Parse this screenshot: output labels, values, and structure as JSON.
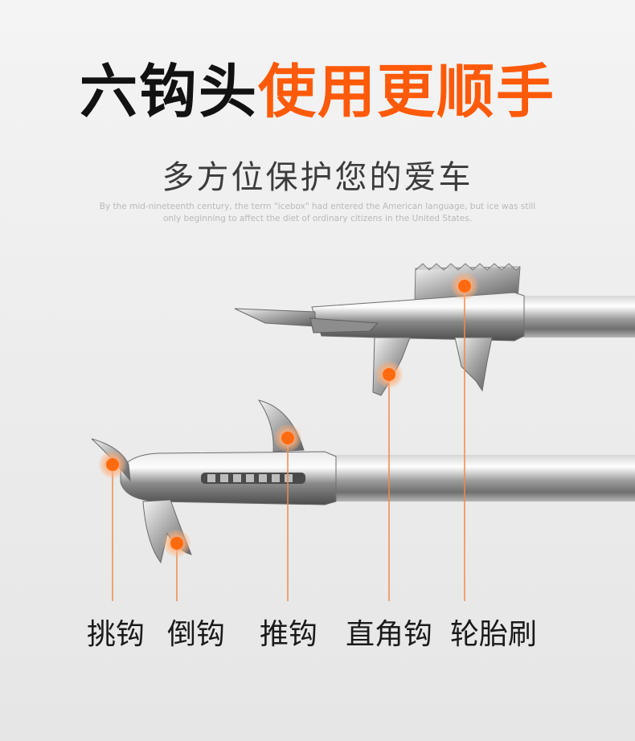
{
  "headline": {
    "part_black": "六钩头",
    "part_orange": "使用更顺手"
  },
  "subtitle": "多方位保护您的爱车",
  "english_text": "By the mid-nineteenth century, the term \"icebox\" had entered the American language, but ice was still only beginning to affect the diet of ordinary citizens in the United States.",
  "hook_labels": [
    "挑钩",
    "倒钩",
    "推钩",
    "直角钩",
    "轮胎刷"
  ],
  "colors": {
    "accent": "#ff5a0a",
    "marker": "#ff6a10",
    "leader_line": "#f08a4b",
    "text": "#1a1a1a"
  }
}
